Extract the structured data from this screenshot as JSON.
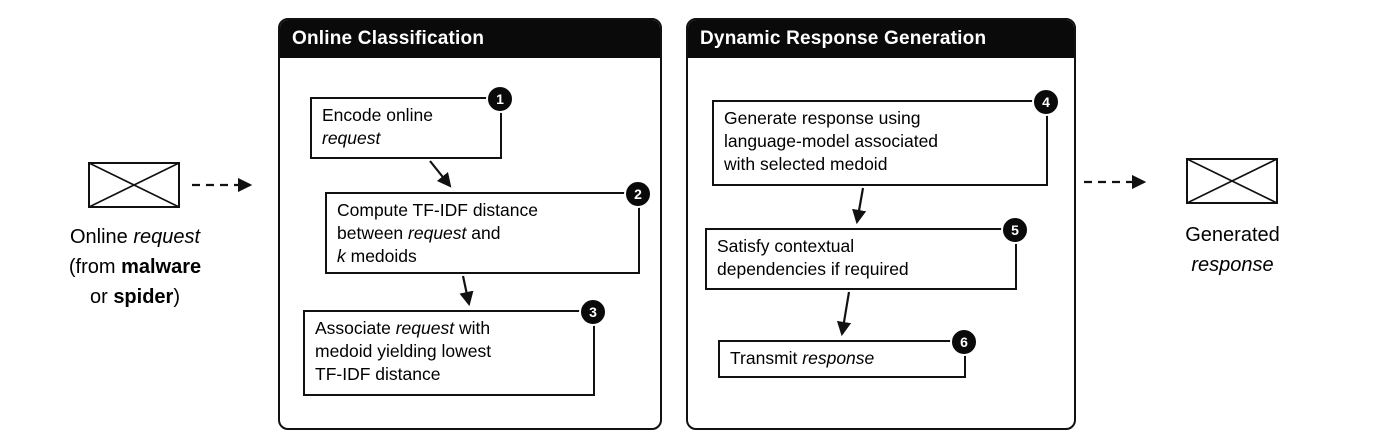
{
  "colors": {
    "accent": "#000000",
    "background": "#ffffff"
  },
  "input": {
    "line1_normal": "Online ",
    "line1_italic": "request",
    "line2_normal": "(from ",
    "line2_bold": "malware",
    "line3_normal": "or ",
    "line3_bold": "spider",
    "line3_suffix": ")"
  },
  "output": {
    "line1": "Generated",
    "line2_italic": "response"
  },
  "panels": {
    "classification": {
      "title": "Online Classification",
      "steps": {
        "step1": {
          "badge": "1",
          "line1": "Encode online",
          "line2_italic": "request"
        },
        "step2": {
          "badge": "2",
          "line1": "Compute TF-IDF distance",
          "line2_prefix": "between ",
          "line2_italic": "request",
          "line2_suffix": " and",
          "line3_italic": "k",
          "line3_suffix": " medoids"
        },
        "step3": {
          "badge": "3",
          "line1_prefix": "Associate ",
          "line1_italic": "request",
          "line1_suffix": " with",
          "line2": "medoid yielding lowest",
          "line3": "TF-IDF distance"
        }
      }
    },
    "generation": {
      "title": "Dynamic Response Generation",
      "steps": {
        "step4": {
          "badge": "4",
          "line1": "Generate response using",
          "line2": "language-model associated",
          "line3": "with selected medoid"
        },
        "step5": {
          "badge": "5",
          "line1": "Satisfy contextual",
          "line2": "dependencies if required"
        },
        "step6": {
          "badge": "6",
          "line1_prefix": "Transmit ",
          "line1_italic": "response"
        }
      }
    }
  }
}
